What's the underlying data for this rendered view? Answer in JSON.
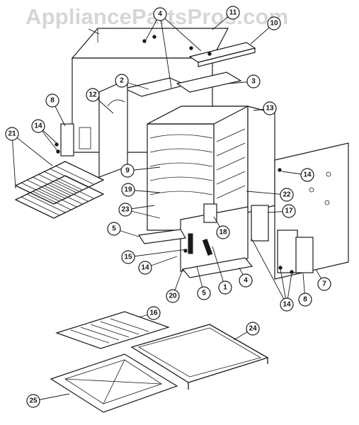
{
  "watermark": {
    "text": "AppliancePartsPros.com"
  },
  "callouts": [
    {
      "label": "1"
    },
    {
      "label": "2"
    },
    {
      "label": "3"
    },
    {
      "label": "4"
    },
    {
      "label": "4"
    },
    {
      "label": "5"
    },
    {
      "label": "5"
    },
    {
      "label": "7"
    },
    {
      "label": "8"
    },
    {
      "label": "8"
    },
    {
      "label": "9"
    },
    {
      "label": "10"
    },
    {
      "label": "11"
    },
    {
      "label": "12"
    },
    {
      "label": "13"
    },
    {
      "label": "14"
    },
    {
      "label": "14"
    },
    {
      "label": "14"
    },
    {
      "label": "14"
    },
    {
      "label": "15"
    },
    {
      "label": "16"
    },
    {
      "label": "17"
    },
    {
      "label": "18"
    },
    {
      "label": "19"
    },
    {
      "label": "20"
    },
    {
      "label": "21"
    },
    {
      "label": "22"
    },
    {
      "label": "23"
    },
    {
      "label": "24"
    },
    {
      "label": "25"
    }
  ]
}
